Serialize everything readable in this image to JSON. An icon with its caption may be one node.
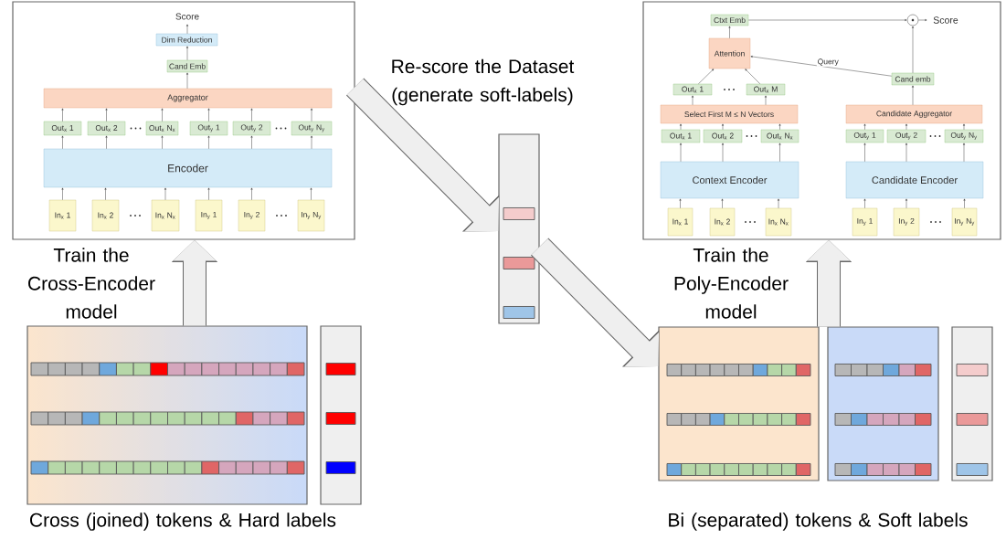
{
  "diagram": {
    "nodes": [
      {
        "text": [],
        "shape": "box"
      },
      {
        "text": [
          "Score"
        ],
        "in": 0
      },
      {
        "text": [
          "Dim Reduction"
        ],
        "in": 0
      },
      {
        "text": [
          "Cand Emb"
        ],
        "in": 0
      },
      {
        "text": [
          "Aggregator"
        ],
        "in": 0
      },
      {
        "text": [
          "Out$_{x}$ 1"
        ],
        "in": 0
      },
      {
        "text": [
          "Out$_{x}$ 2"
        ],
        "in": 0
      },
      {
        "text": [
          "Out$_{x}$ N$_{x}$"
        ],
        "in": 0
      },
      {
        "text": [
          "Out$_{y}$ 1"
        ],
        "in": 0
      },
      {
        "text": [
          "Out$_{y}$ 2"
        ],
        "in": 0
      },
      {
        "text": [
          "Out$_{y}$ N$_{y}$"
        ],
        "in": 0
      },
      {
        "text": [
          "Encoder"
        ],
        "in": 0
      },
      {
        "text": [
          "In$_{x}$ 1"
        ],
        "in": 0
      },
      {
        "text": [
          "In$_{x}$ 2"
        ],
        "in": 0
      },
      {
        "text": [
          "In$_{x}$ N$_{x}$"
        ],
        "in": 0
      },
      {
        "text": [
          "In$_{y}$ 1"
        ],
        "in": 0
      },
      {
        "text": [
          "In$_{y}$ 2"
        ],
        "in": 0
      },
      {
        "text": [
          "In$_{y}$ N$_{y}$"
        ],
        "in": 0
      },
      {
        "text": [],
        "shape": "box"
      },
      {
        "text": [
          "Ctxt Emb"
        ],
        "in": 18
      },
      {
        "text": [],
        "shape": "circle",
        "in": 18
      },
      {
        "text": [
          "Score"
        ],
        "in": 18
      },
      {
        "text": [
          "Attention"
        ],
        "in": 18
      },
      {
        "text": [
          "Cand emb"
        ],
        "in": 18
      },
      {
        "text": [
          "Out$_{x}$ 1"
        ],
        "in": 18
      },
      {
        "text": [
          "Out$_{x}$ M"
        ],
        "in": 18
      },
      {
        "text": [
          "Select First M ≤ N Vectors"
        ],
        "in": 18
      },
      {
        "text": [
          "Candidate Aggregator"
        ],
        "in": 18
      },
      {
        "text": [
          "Out$_{x}$ 1"
        ],
        "in": 18
      },
      {
        "text": [
          "Out$_{x}$ 2"
        ],
        "in": 18
      },
      {
        "text": [
          "Out$_{x}$ N$_{x}$"
        ],
        "in": 18
      },
      {
        "text": [
          "Out$_{y}$ 1"
        ],
        "in": 18
      },
      {
        "text": [
          "Out$_{y}$ 2"
        ],
        "in": 18
      },
      {
        "text": [
          "Out$_{y}$ N$_{y}$"
        ],
        "in": 18
      },
      {
        "text": [
          "Context Encoder"
        ],
        "in": 18
      },
      {
        "text": [
          "Candidate Encoder"
        ],
        "in": 18
      },
      {
        "text": [
          "In$_{x}$ 1"
        ],
        "in": 18
      },
      {
        "text": [
          "In$_{x}$ 2"
        ],
        "in": 18
      },
      {
        "text": [
          "In$_{x}$ N$_{x}$"
        ],
        "in": 18
      },
      {
        "text": [
          "In$_{y}$ 1"
        ],
        "in": 18
      },
      {
        "text": [
          "In$_{y}$ 2"
        ],
        "in": 18
      },
      {
        "text": [
          "In$_{y}$ N$_{y}$"
        ],
        "in": 18
      },
      {
        "text": [],
        "shape": "box"
      },
      {
        "text": [],
        "shape": "box"
      },
      {
        "text": [],
        "shape": "box"
      },
      {
        "text": [],
        "shape": "box"
      },
      {
        "text": [],
        "shape": "box"
      },
      {
        "text": [],
        "shape": "box"
      }
    ],
    "edges": [
      {
        "from": 12,
        "to": 11,
        "arrow": "to"
      },
      {
        "from": 13,
        "to": 11,
        "arrow": "to"
      },
      {
        "from": 14,
        "to": 11,
        "arrow": "to"
      },
      {
        "from": 15,
        "to": 11,
        "arrow": "to"
      },
      {
        "from": 16,
        "to": 11,
        "arrow": "to"
      },
      {
        "from": 17,
        "to": 11,
        "arrow": "to"
      },
      {
        "from": 11,
        "to": 5,
        "arrow": "to"
      },
      {
        "from": 11,
        "to": 6,
        "arrow": "to"
      },
      {
        "from": 11,
        "to": 7,
        "arrow": "to"
      },
      {
        "from": 11,
        "to": 8,
        "arrow": "to"
      },
      {
        "from": 11,
        "to": 9,
        "arrow": "to"
      },
      {
        "from": 11,
        "to": 10,
        "arrow": "to"
      },
      {
        "from": 5,
        "to": 4,
        "arrow": "to"
      },
      {
        "from": 6,
        "to": 4,
        "arrow": "to"
      },
      {
        "from": 7,
        "to": 4,
        "arrow": "to"
      },
      {
        "from": 8,
        "to": 4,
        "arrow": "to"
      },
      {
        "from": 9,
        "to": 4,
        "arrow": "to"
      },
      {
        "from": 10,
        "to": 4,
        "arrow": "to"
      },
      {
        "from": 4,
        "to": 3,
        "arrow": "to"
      },
      {
        "from": 3,
        "to": 2,
        "arrow": "to"
      },
      {
        "from": 2,
        "to": 1,
        "arrow": "to"
      },
      {
        "from": 36,
        "to": 34,
        "arrow": "to"
      },
      {
        "from": 37,
        "to": 34,
        "arrow": "to"
      },
      {
        "from": 38,
        "to": 34,
        "arrow": "to"
      },
      {
        "from": 34,
        "to": 28,
        "arrow": "to"
      },
      {
        "from": 34,
        "to": 29,
        "arrow": "to"
      },
      {
        "from": 34,
        "to": 30,
        "arrow": "to"
      },
      {
        "from": 28,
        "to": 26,
        "arrow": "to"
      },
      {
        "from": 29,
        "to": 26,
        "arrow": "to"
      },
      {
        "from": 30,
        "to": 26,
        "arrow": "to"
      },
      {
        "from": 26,
        "to": 24,
        "arrow": "to"
      },
      {
        "from": 26,
        "to": 25,
        "arrow": "to"
      },
      {
        "from": 24,
        "to": 22,
        "arrow": "to"
      },
      {
        "from": 25,
        "to": 22,
        "arrow": "to"
      },
      {
        "from": 22,
        "to": 19,
        "arrow": "to"
      },
      {
        "from": 19,
        "to": 20,
        "arrow": "to"
      },
      {
        "from": 20,
        "to": 21,
        "arrow": "to"
      },
      {
        "from": 39,
        "to": 35,
        "arrow": "to"
      },
      {
        "from": 40,
        "to": 35,
        "arrow": "to"
      },
      {
        "from": 41,
        "to": 35,
        "arrow": "to"
      },
      {
        "from": 35,
        "to": 31,
        "arrow": "to"
      },
      {
        "from": 35,
        "to": 32,
        "arrow": "to"
      },
      {
        "from": 35,
        "to": 33,
        "arrow": "to"
      },
      {
        "from": 31,
        "to": 27,
        "arrow": "to"
      },
      {
        "from": 32,
        "to": 27,
        "arrow": "to"
      },
      {
        "from": 33,
        "to": 27,
        "arrow": "to"
      },
      {
        "from": 27,
        "to": 23,
        "arrow": "to"
      },
      {
        "from": 23,
        "to": 20,
        "arrow": "to"
      },
      {
        "from": 23,
        "to": 22,
        "arrow": "to",
        "label": "Query"
      },
      {
        "from": 43,
        "to": 0,
        "arrow": "to",
        "style": "thick",
        "color": "#efefef",
        "label": "Train the Cross-Encoder model"
      },
      {
        "from": 0,
        "to": 42,
        "arrow": "to",
        "style": "thick",
        "color": "#efefef",
        "label": "Re-score the Dataset (generate soft-labels)"
      },
      {
        "from": 42,
        "to": 45,
        "arrow": "to",
        "style": "thick",
        "color": "#efefef"
      },
      {
        "from": 45,
        "to": 18,
        "arrow": "to",
        "style": "thick",
        "color": "#efefef",
        "label": "Train the Poly-Encoder model"
      }
    ],
    "labels": [
      "Cross (joined) tokens & Hard labels",
      "Bi (separated) tokens & Soft labels"
    ]
  }
}
